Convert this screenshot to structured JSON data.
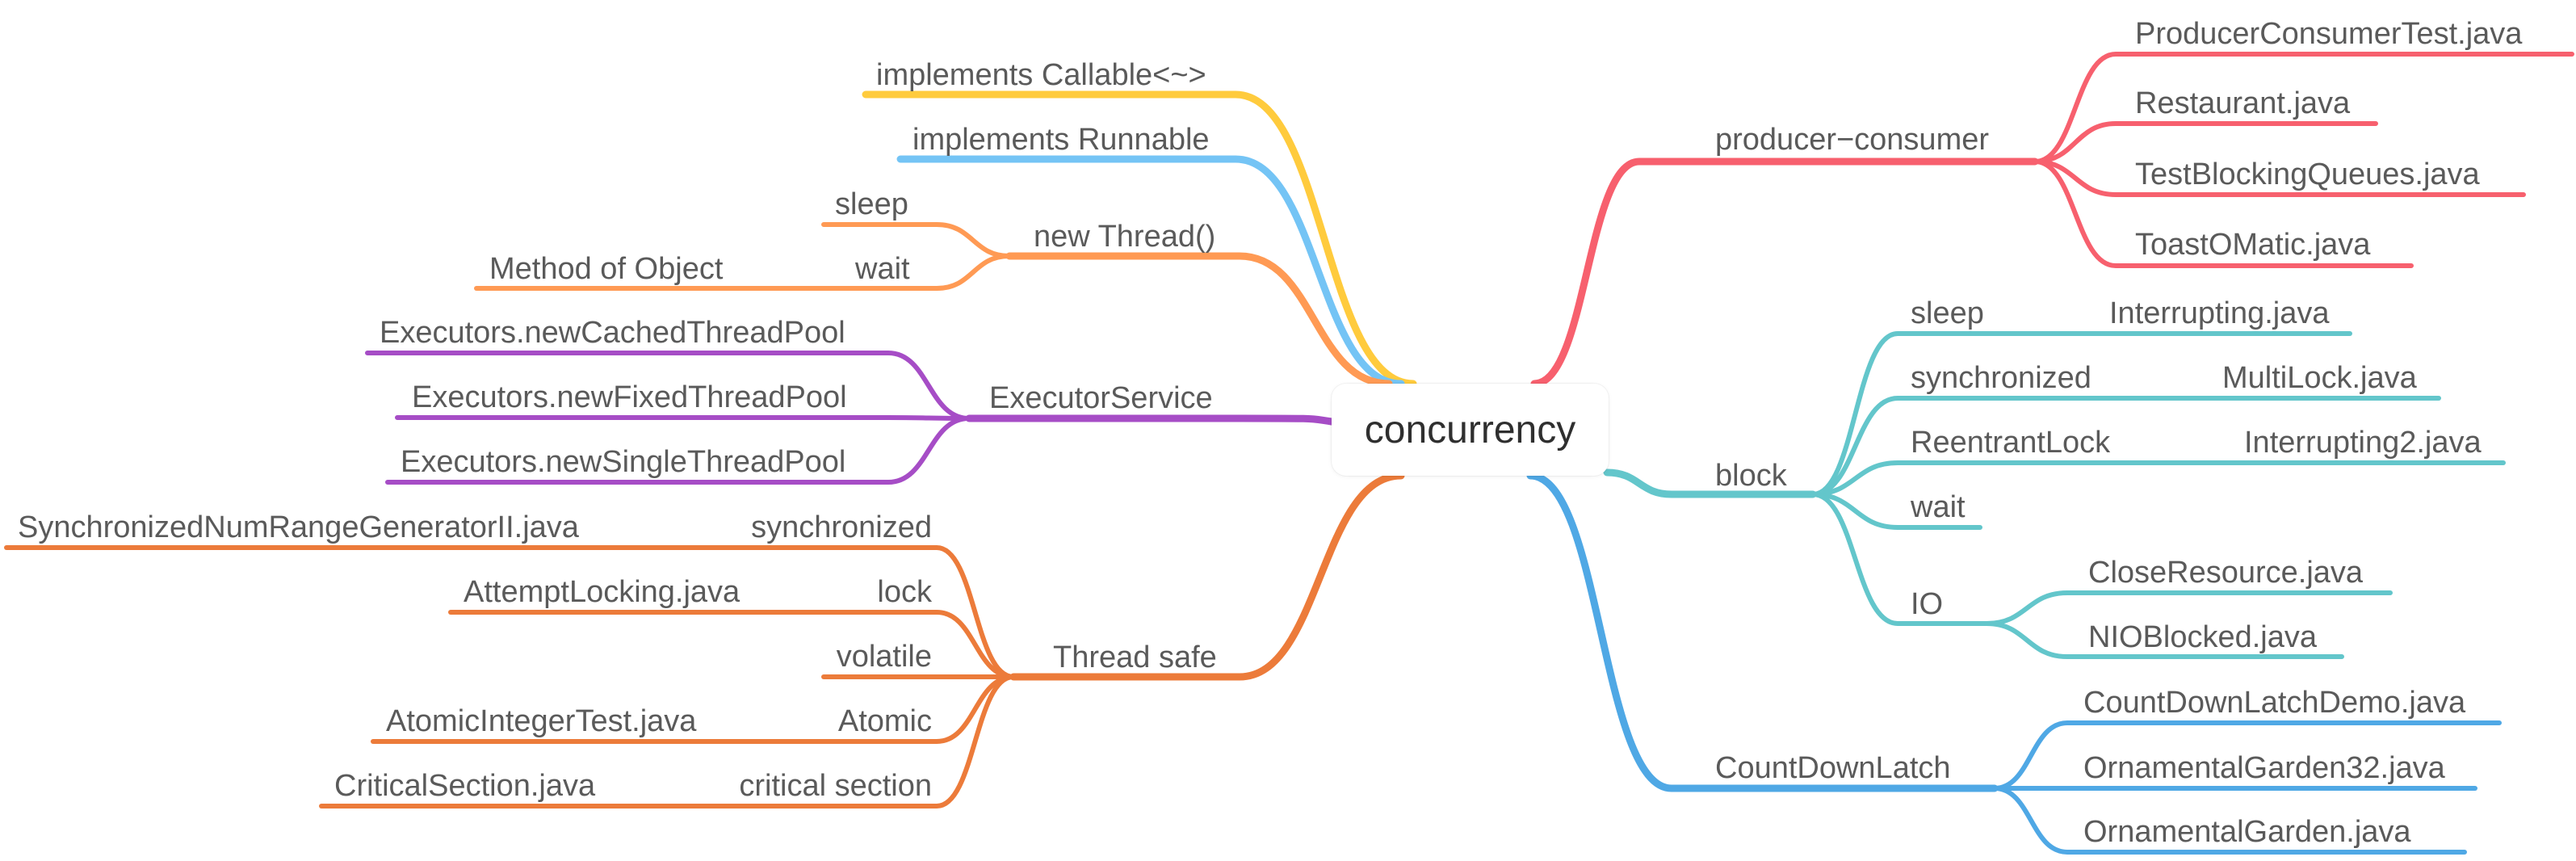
{
  "colors": {
    "yellow": "#FFCB3D",
    "blue_light": "#74C4F5",
    "orange_light": "#FF9A54",
    "purple": "#A64DC6",
    "orange_dark": "#EC7B3A",
    "red": "#F7606E",
    "teal": "#63C6CB",
    "blue": "#4FA8E5",
    "text": "#5A5A5A"
  },
  "root": {
    "label": "concurrency"
  },
  "left": {
    "callable": "implements Callable<~>",
    "runnable": "implements Runnable",
    "new_thread": {
      "label": "new Thread()",
      "sleep": "sleep",
      "wait": "wait",
      "method_of_object": "Method of Object"
    },
    "executor_service": {
      "label": "ExecutorService",
      "cached": "Executors.newCachedThreadPool",
      "fixed": "Executors.newFixedThreadPool",
      "single": "Executors.newSingleThreadPool"
    },
    "thread_safe": {
      "label": "Thread safe",
      "synchronized": "synchronized",
      "sync_file": "SynchronizedNumRangeGeneratorII.java",
      "lock": "lock",
      "lock_file": "AttemptLocking.java",
      "volatile": "volatile",
      "atomic": "Atomic",
      "atomic_file": "AtomicIntegerTest.java",
      "critical": "critical section",
      "critical_file": "CriticalSection.java"
    }
  },
  "right": {
    "producer_consumer": {
      "label": "producer−consumer",
      "files": [
        "ProducerConsumerTest.java",
        "Restaurant.java",
        "TestBlockingQueues.java",
        "ToastOMatic.java"
      ]
    },
    "block": {
      "label": "block",
      "sleep": "sleep",
      "sleep_file": "Interrupting.java",
      "synchronized": "synchronized",
      "sync_file": "MultiLock.java",
      "reentrant": "ReentrantLock",
      "reentrant_file": "Interrupting2.java",
      "wait": "wait",
      "io": "IO",
      "io_files": [
        "CloseResource.java",
        "NIOBlocked.java"
      ]
    },
    "count_down_latch": {
      "label": "CountDownLatch",
      "files": [
        "CountDownLatchDemo.java",
        "OrnamentalGarden32.java",
        "OrnamentalGarden.java"
      ]
    }
  }
}
